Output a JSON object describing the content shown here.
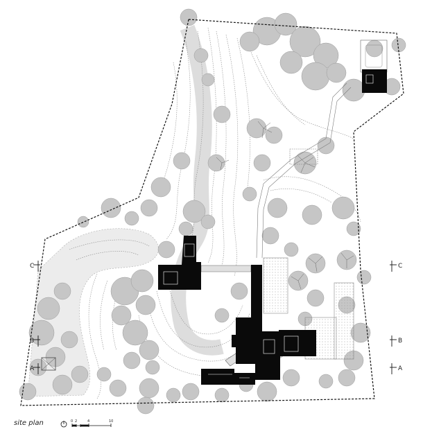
{
  "caption": "site plan",
  "scale_bar": {
    "ticks": [
      "0",
      "2",
      "4",
      "10"
    ]
  },
  "section_markers": {
    "left": [
      "C",
      "B",
      "A"
    ],
    "right": [
      "C",
      "B",
      "A"
    ]
  },
  "colors": {
    "buildings": "#0a0a0a",
    "trees": "#c6c6c6",
    "tree_stroke": "#9a9a9a",
    "paving": "#e6e6e6",
    "boundary": "#111111",
    "contours": "#8a8a8a"
  }
}
